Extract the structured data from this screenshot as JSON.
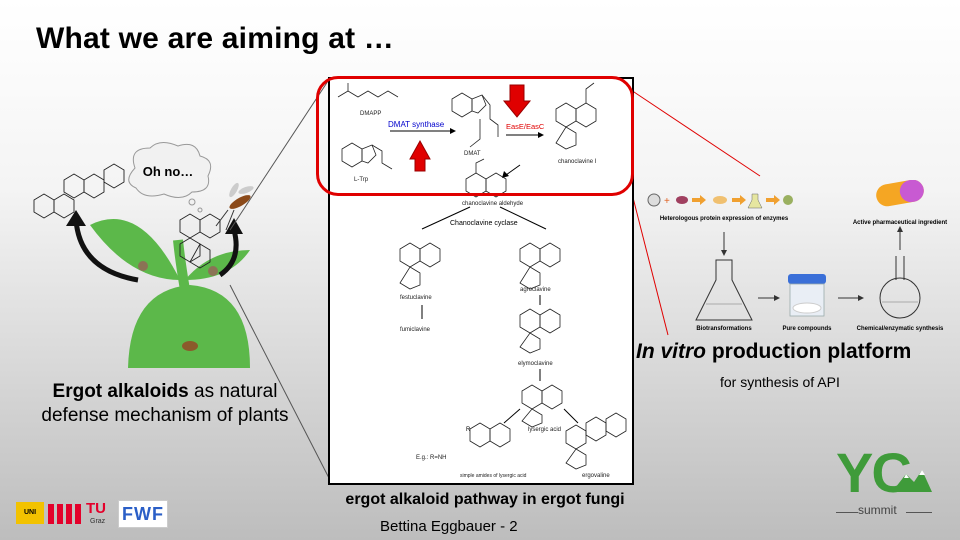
{
  "slide": {
    "title": "What we are aiming at …",
    "left_caption_bold": "Ergot alkaloids",
    "left_caption_rest": " as natural defense mechanism of plants",
    "thought_bubble": "Oh no…",
    "pathway_caption": "ergot alkaloid pathway in ergot fungi",
    "footer_author": "Bettina Eggbauer  - 2",
    "invitro_title_italic": "In vitro",
    "invitro_title_rest": " production platform",
    "invitro_sub": "for synthesis of API",
    "yc_logo_text": "YC",
    "yc_summit": "summit"
  },
  "pathway": {
    "dmapp": "DMAPP",
    "ltrp": "L-Trp",
    "dmat_synthase": "DMAT synthase",
    "dmat": "DMAT",
    "ease": "EasE/EasC",
    "chanoclavine": "chanoclavine I",
    "chano_aldehyde": "chanoclavine aldehyde",
    "chano_cyclase": "Chanoclavine cyclase",
    "festuclavine": "festuclavine",
    "agroclavine": "agroclavine",
    "fumiclavine": "fumiclavine",
    "elymoclavine": "elymoclavine",
    "lysergic": "lysergic acid",
    "amides": "simple amides of lysergic acid",
    "ergovaline": "ergovaline",
    "eg": "E.g.: R=NH",
    "r_label": "R"
  },
  "platform": {
    "heterologous": "Heterologous protein expression of enzymes",
    "biotransformations": "Biotransformations",
    "pure_compounds": "Pure compounds",
    "chem_synthesis": "Chemical/enzymatic synthesis",
    "api": "Active pharmaceutical ingredient"
  },
  "logos": {
    "tu": "TU",
    "graz": "Graz",
    "uni": "UNI",
    "fwf": "FWF"
  },
  "colors": {
    "accent_red": "#e00000",
    "label_blue": "#0000cc",
    "leaf_green": "#5cb84a",
    "yc_green": "#3f9b3a"
  }
}
